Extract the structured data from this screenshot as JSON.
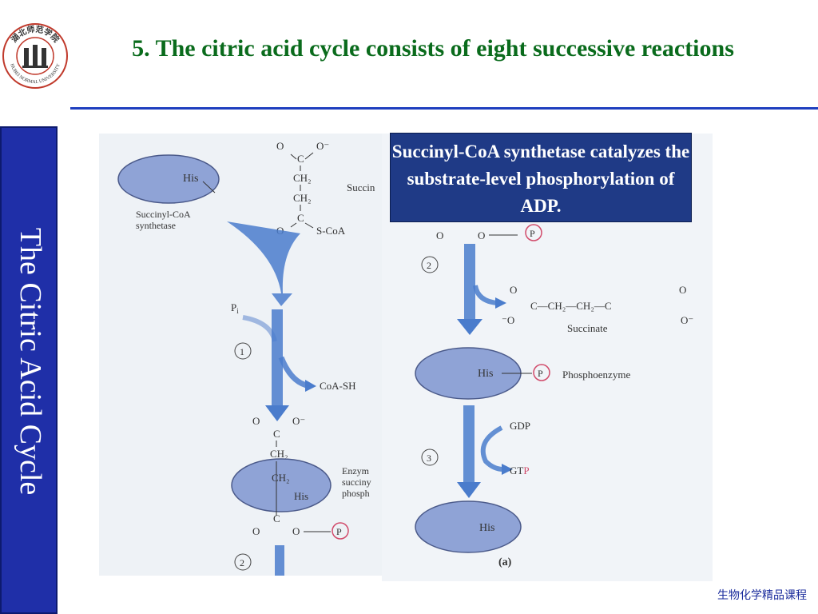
{
  "slide": {
    "title": "5. The citric acid cycle consists of eight successive reactions",
    "sidebar_label": "The Citric Acid Cycle",
    "callout": "Succinyl-CoA synthetase catalyzes the substrate-level phosphorylation of ADP.",
    "footer": "生物化学精品课程"
  },
  "logo": {
    "top_text": "湖北师范学院",
    "bottom_text": "HUBEI NORMAL UNIVERSITY",
    "color": "#c0392b"
  },
  "diagram": {
    "his": "His",
    "enzyme_label_1": "Succinyl-CoA",
    "enzyme_label_2": "synthetase",
    "succinyl_partial": "Succin",
    "pi": "P",
    "pi_sub": "i",
    "coa_sh": "CoA-SH",
    "step1": "1",
    "step2": "2",
    "step3": "3",
    "enzyme_bound_1": "Enzym",
    "enzyme_bound_2": "succiny",
    "enzyme_bound_3": "phosph",
    "succinate": "Succinate",
    "phosphoenzyme": "Phosphoenzyme",
    "gdp": "GDP",
    "gtp_prefix": "GT",
    "p": "P",
    "panel_label": "(a)",
    "o": "O",
    "o_minus": "O⁻",
    "minus_o": "⁻O",
    "c": "C",
    "ch2": "CH₂",
    "s_coa": "S-CoA",
    "chain": "C—CH₂—CH₂—C",
    "colors": {
      "ellipse": "#8fa3d6",
      "arrow": "#4a7ccc",
      "phosphate": "#d14a6a",
      "enzyme_label": "#3b6fc0"
    }
  }
}
